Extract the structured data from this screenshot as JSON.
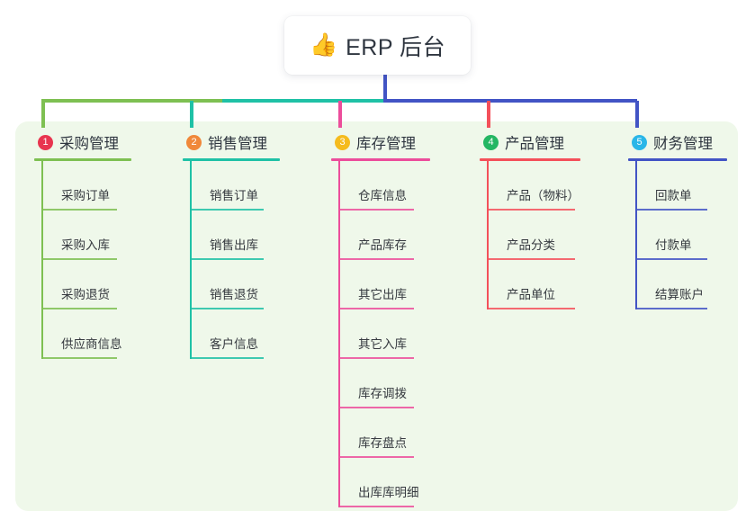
{
  "root": {
    "icon": "thumbs-up-icon",
    "icon_glyph": "👍",
    "title": "ERP 后台"
  },
  "theme": {
    "panel_background": "#eff8ea",
    "page_background": "#ffffff",
    "trunk_color": "#4254c5",
    "text_color": "#2f3640"
  },
  "columns": [
    {
      "number": "1",
      "title": "采购管理",
      "badge_color": "#e8354f",
      "line_color": "#7ec052",
      "items": [
        "采购订单",
        "采购入库",
        "采购退货",
        "供应商信息"
      ]
    },
    {
      "number": "2",
      "title": "销售管理",
      "badge_color": "#f0883a",
      "line_color": "#1fc1a6",
      "items": [
        "销售订单",
        "销售出库",
        "销售退货",
        "客户信息"
      ]
    },
    {
      "number": "3",
      "title": "库存管理",
      "badge_color": "#f5bb1d",
      "line_color": "#ec4d9b",
      "items": [
        "仓库信息",
        "产品库存",
        "其它出库",
        "其它入库",
        "库存调拨",
        "库存盘点",
        "出库库明细"
      ]
    },
    {
      "number": "4",
      "title": "产品管理",
      "badge_color": "#24b663",
      "line_color": "#f4505a",
      "items": [
        "产品（物料）",
        "产品分类",
        "产品单位"
      ]
    },
    {
      "number": "5",
      "title": "财务管理",
      "badge_color": "#29b6e8",
      "line_color": "#4254c5",
      "items": [
        "回款单",
        "付款单",
        "结算账户"
      ]
    }
  ]
}
